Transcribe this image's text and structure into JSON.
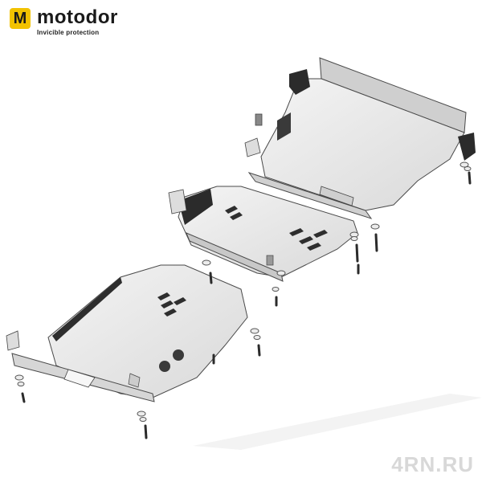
{
  "logo": {
    "mark": "M",
    "brand": "motodor",
    "tagline": "Invicible protection",
    "accent_color": "#f2c200"
  },
  "watermark": "4RN.RU",
  "illustration": {
    "subject": "skid plate set",
    "parts": [
      "engine-skid-plate",
      "transmission-skid-plate",
      "transfer-case-skid-plate"
    ],
    "plate_color": "#e6e6e6",
    "edge_color": "#4a4a4a",
    "bracket_color": "#2b2b2b"
  }
}
